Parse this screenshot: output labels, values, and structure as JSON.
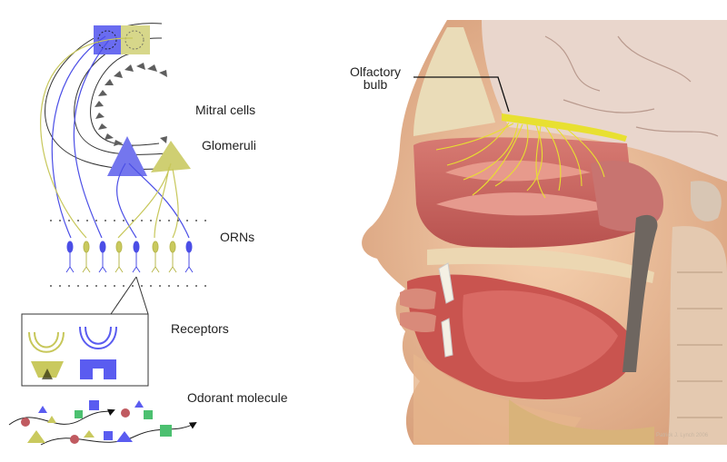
{
  "labels": {
    "mitral_cells": "Mitral cells",
    "glomeruli": "Glomeruli",
    "orns": "ORNs",
    "receptors": "Receptors",
    "odorant_molecule": "Odorant molecule",
    "olfactory_line1": "Olfactory",
    "olfactory_line2": "bulb"
  },
  "credit": "Patrick J. Lynch 2006",
  "colors": {
    "blue": "#5a5cf0",
    "yellow": "#c9c95e",
    "dark_gray": "#5a5a5a",
    "red_molecule": "#c05a60",
    "green_molecule": "#4cc070",
    "nerve_yellow": "#e8e030"
  }
}
